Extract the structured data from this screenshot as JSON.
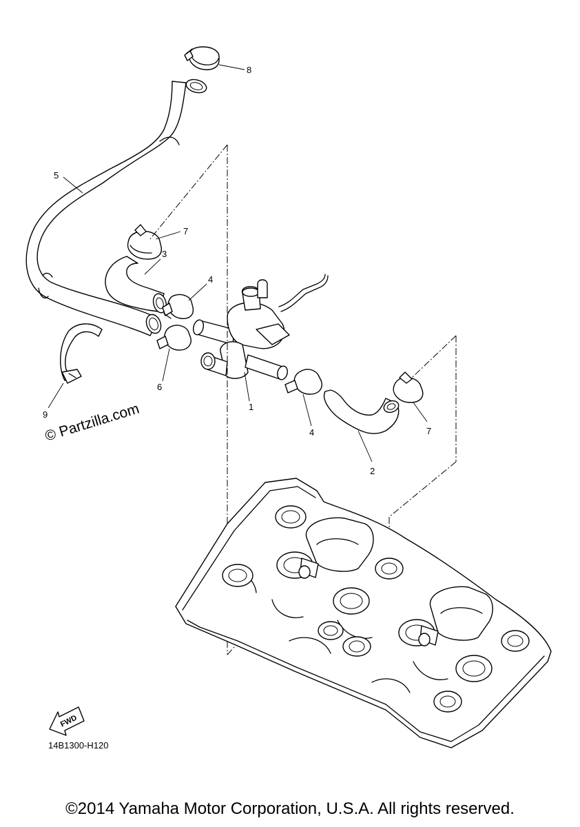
{
  "callouts": {
    "p1": "1",
    "p2": "2",
    "p3": "3",
    "p4a": "4",
    "p4b": "4",
    "p5": "5",
    "p6": "6",
    "p7a": "7",
    "p7b": "7",
    "p8": "8",
    "p9": "9"
  },
  "watermark": "© Partzilla.com",
  "fwd_label": "FWD",
  "diagram_code": "14B1300-H120",
  "copyright": "©2014 Yamaha Motor Corporation, U.S.A. All rights reserved."
}
